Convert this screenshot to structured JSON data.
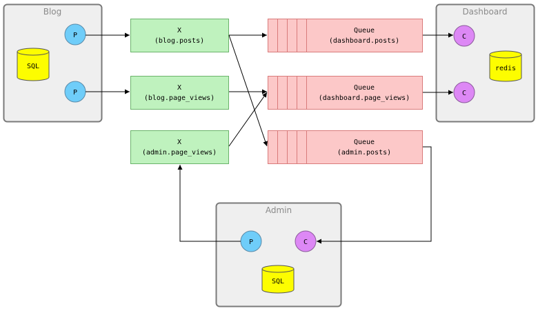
{
  "groups": {
    "blog": {
      "title": "Blog",
      "db_label": "SQL",
      "producers": [
        "P",
        "P"
      ]
    },
    "dashboard": {
      "title": "Dashboard",
      "db_label": "redis",
      "consumers": [
        "C",
        "C"
      ]
    },
    "admin": {
      "title": "Admin",
      "db_label": "SQL",
      "producer": "P",
      "consumer": "C"
    }
  },
  "exchanges": [
    {
      "kind": "X",
      "name": "(blog.posts)"
    },
    {
      "kind": "X",
      "name": "(blog.page_views)"
    },
    {
      "kind": "X",
      "name": "(admin.page_views)"
    }
  ],
  "queues": [
    {
      "kind": "Queue",
      "name": "(dashboard.posts)"
    },
    {
      "kind": "Queue",
      "name": "(dashboard.page_views)"
    },
    {
      "kind": "Queue",
      "name": "(admin.posts)"
    }
  ],
  "colors": {
    "group_fill": "#efefef",
    "group_stroke": "#7a7a7a",
    "exchange_fill": "#bff2be",
    "exchange_stroke": "#6ab36a",
    "queue_fill": "#fcc8c8",
    "queue_stroke": "#d97a7a",
    "producer_fill": "#6fcdf9",
    "consumer_fill": "#dd88f5",
    "db_fill": "#fdfd00"
  }
}
